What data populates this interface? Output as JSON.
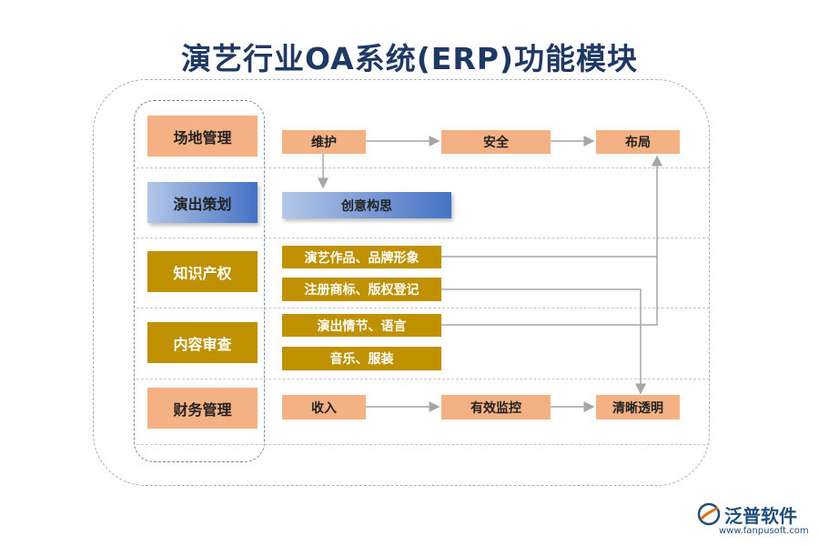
{
  "title": "演艺行业OA系统(ERP)功能模块",
  "categories": [
    {
      "label": "场地管理"
    },
    {
      "label": "演出策划"
    },
    {
      "label": "知识产权"
    },
    {
      "label": "内容审查"
    },
    {
      "label": "财务管理"
    }
  ],
  "row1": {
    "a": "维护",
    "b": "安全",
    "c": "布局"
  },
  "row2": {
    "a": "创意构思"
  },
  "ip_items": [
    "演艺作品、品牌形象",
    "注册商标、版权登记"
  ],
  "review_items": [
    "演出情节、语言",
    "音乐、服装"
  ],
  "row5": {
    "a": "收入",
    "b": "有效监控",
    "c": "清晰透明"
  },
  "logo": {
    "name": "泛普软件",
    "url": "www.fanpusoft.com"
  },
  "colors": {
    "orange": "#f4b183",
    "gold": "#bf9000",
    "title": "#1f3864"
  }
}
